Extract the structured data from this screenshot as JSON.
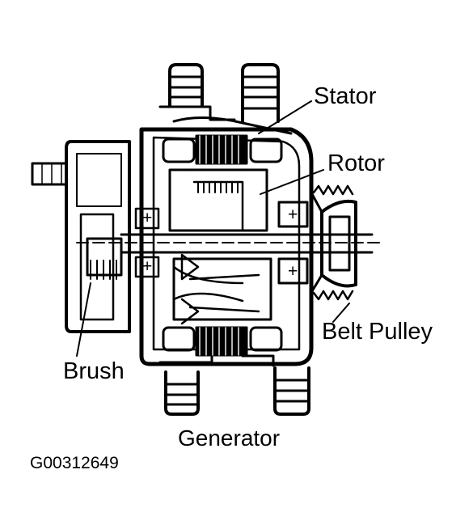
{
  "diagram": {
    "labels": {
      "stator": "Stator",
      "rotor": "Rotor",
      "belt_pulley": "Belt Pulley",
      "brush": "Brush",
      "caption": "Generator",
      "figure_code": "G00312649"
    },
    "terminal_mark": "+",
    "colors": {
      "ink": "#000000",
      "paper": "#ffffff"
    }
  }
}
